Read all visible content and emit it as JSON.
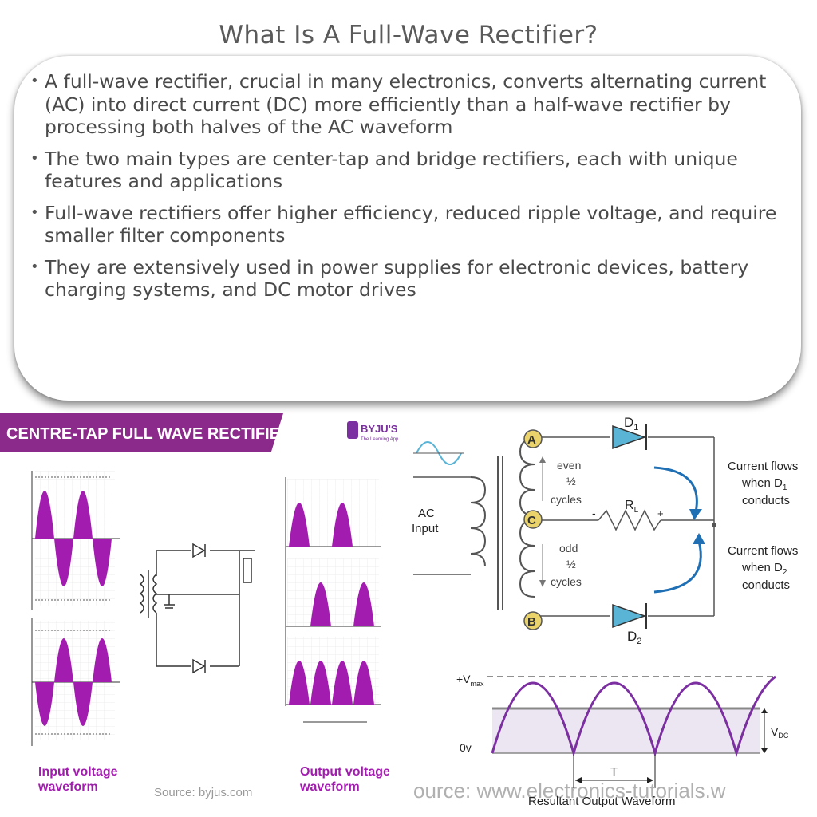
{
  "title": "What Is A Full-Wave Rectifier?",
  "bullets": [
    "A full-wave rectifier, crucial in many electronics, converts alternating current (AC) into direct current (DC) more efficiently than a half-wave rectifier by processing both halves of the AC waveform",
    "The two main types are center-tap and bridge rectifiers, each with unique features and applications",
    "Full-wave rectifiers offer higher efficiency, reduced ripple voltage, and require smaller filter components",
    "They are extensively used in power supplies for electronic devices, battery charging systems, and DC motor drives"
  ],
  "left_figure": {
    "banner": "CENTRE-TAP FULL WAVE RECTIFIER",
    "logo_text": "BYJU'S",
    "logo_sub": "The Learning App",
    "input_caption_1": "Input voltage",
    "input_caption_2": "waveform",
    "output_caption_1": "Output voltage",
    "output_caption_2": "waveform",
    "source": "Source: byjus.com",
    "colors": {
      "accent": "#a21caf",
      "banner": "#8b2a8b"
    }
  },
  "right_figure": {
    "node_a": "A",
    "node_b": "B",
    "node_c": "C",
    "d1": "D",
    "d1_sub": "1",
    "d2": "D",
    "d2_sub": "2",
    "ac_input_1": "AC",
    "ac_input_2": "Input",
    "even_1": "even",
    "even_2": "½",
    "even_3": "cycles",
    "odd_1": "odd",
    "odd_2": "½",
    "odd_3": "cycles",
    "rl": "R",
    "rl_sub": "L",
    "cf1_a": "Current flows",
    "cf1_b": "when D",
    "cf1_sub": "1",
    "cf1_c": "conducts",
    "cf2_a": "Current flows",
    "cf2_b": "when D",
    "cf2_sub": "2",
    "cf2_c": "conducts",
    "vmax": "+V",
    "vmax_sub": "max",
    "zero": "0v",
    "vdc": "V",
    "vdc_sub": "DC",
    "period": "T",
    "caption": "Resultant Output Waveform",
    "watermark": "ource: www.electronics-tutorials.w",
    "colors": {
      "diode": "#5ab4d6",
      "wave": "#7b2fa0",
      "arrow": "#1f6fb5",
      "node": "#e9d36a"
    }
  }
}
